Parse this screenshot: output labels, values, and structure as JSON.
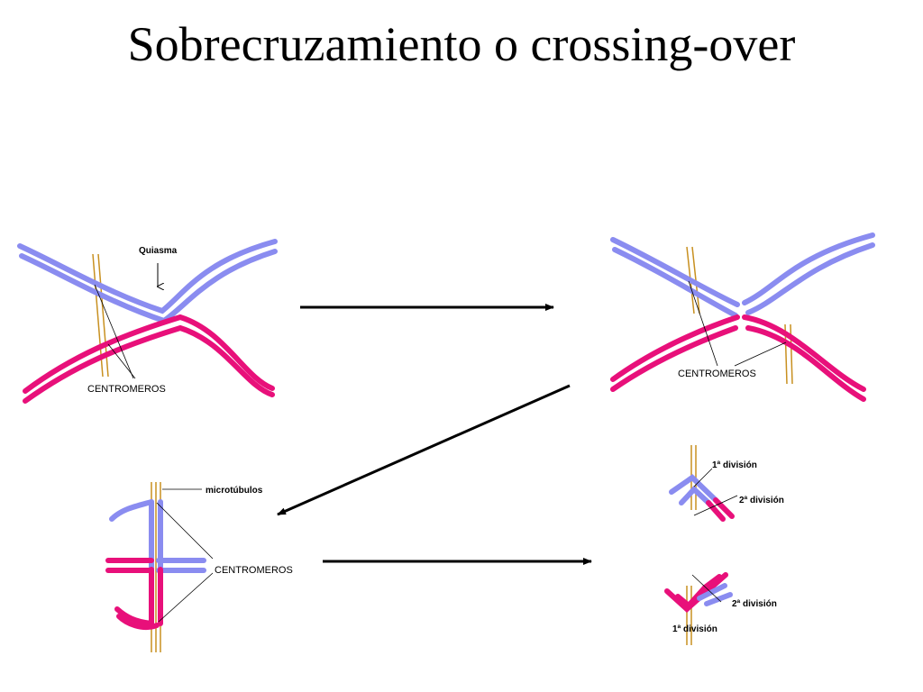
{
  "title": "Sobrecruzamiento o crossing-over",
  "labels": {
    "quiasma": "Quiasma",
    "centromeros": "CENTROMEROS",
    "microtubulos": "microtúbulos",
    "first_division": "1ª división",
    "second_division": "2ª división"
  },
  "colors": {
    "blue_chromatid": "#8a8cf0",
    "pink_chromatid": "#e8107a",
    "microtubule": "#c89020",
    "arrow": "#000000"
  }
}
